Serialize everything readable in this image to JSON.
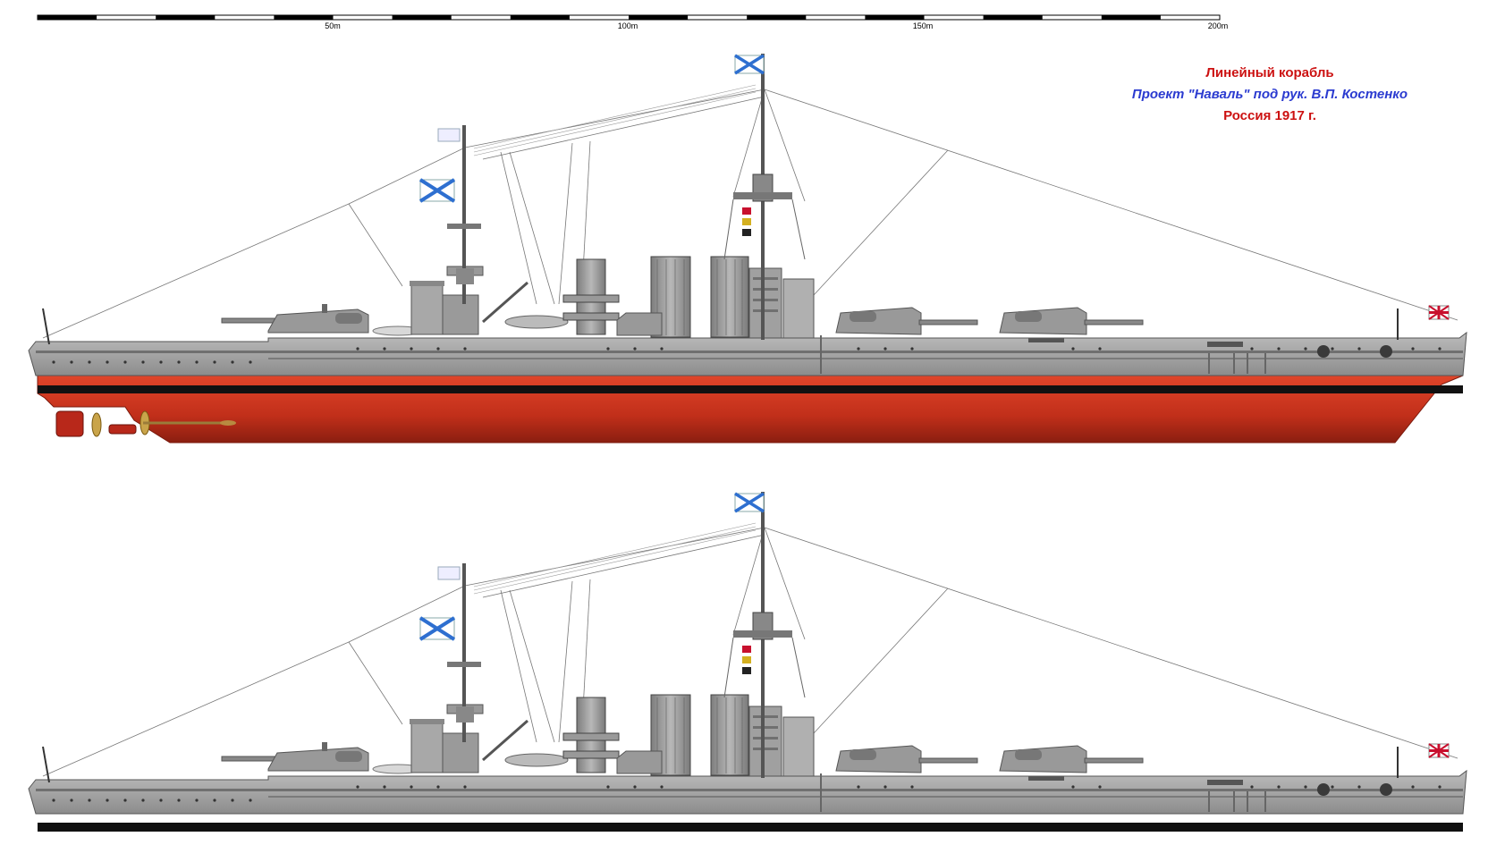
{
  "caption": {
    "line1": "Линейный корабль",
    "line2": "Проект \"Наваль\" под рук. В.П. Костенко",
    "line3": "Россия 1917 г."
  },
  "scale_bar": {
    "labels": [
      "50m",
      "100m",
      "150m",
      "200m"
    ]
  },
  "views": [
    {
      "name": "profile-with-hull",
      "shows_underwater_hull": true
    },
    {
      "name": "profile-waterline",
      "shows_underwater_hull": false
    }
  ],
  "colors": {
    "hull_grey": "#9a9a9a",
    "deck_grey": "#b4b4b4",
    "boot_black": "#111111",
    "underwater_red": "#c8321c",
    "propeller_brass": "#c9a44a",
    "flag_blue": "#2e6fd0",
    "caption_red": "#cc1111",
    "caption_blue": "#2b3bd0"
  }
}
